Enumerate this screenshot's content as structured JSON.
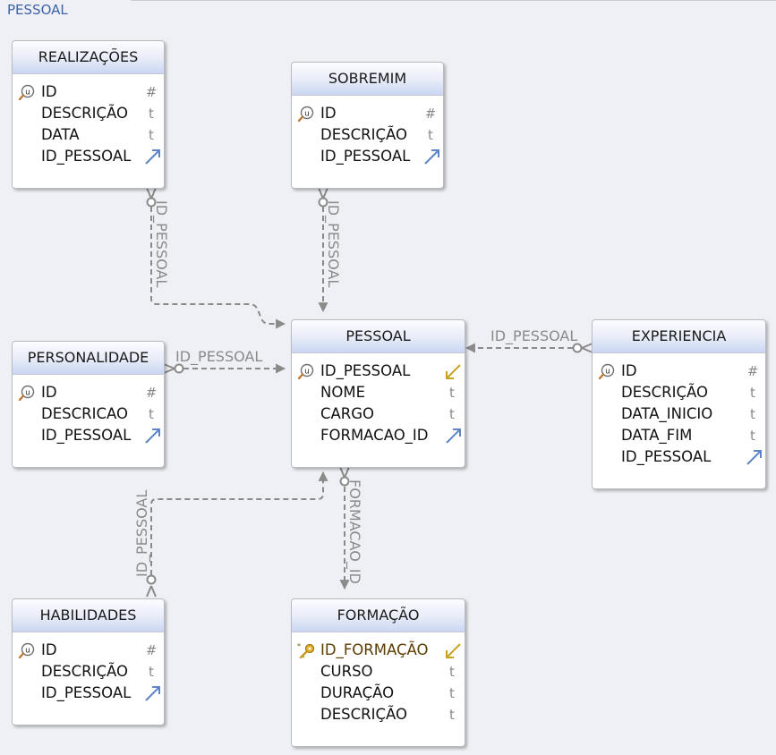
{
  "diagram": {
    "title": "PESSOAL"
  },
  "entities": [
    {
      "name": "REALIZAÇÕES",
      "attributes": [
        {
          "name": "ID",
          "kind": "unique",
          "type": "#"
        },
        {
          "name": "DESCRIÇÃO",
          "kind": "plain",
          "type": "t"
        },
        {
          "name": "DATA",
          "kind": "plain",
          "type": "t"
        },
        {
          "name": "ID_PESSOAL",
          "kind": "plain",
          "type": "fk-out"
        }
      ]
    },
    {
      "name": "SOBREMIM",
      "attributes": [
        {
          "name": "ID",
          "kind": "unique",
          "type": "#"
        },
        {
          "name": "DESCRIÇÃO",
          "kind": "plain",
          "type": "t"
        },
        {
          "name": "ID_PESSOAL",
          "kind": "plain",
          "type": "fk-out"
        }
      ]
    },
    {
      "name": "PERSONALIDADE",
      "attributes": [
        {
          "name": "ID",
          "kind": "unique",
          "type": "#"
        },
        {
          "name": "DESCRICAO",
          "kind": "plain",
          "type": "t"
        },
        {
          "name": "ID_PESSOAL",
          "kind": "plain",
          "type": "fk-out"
        }
      ]
    },
    {
      "name": "PESSOAL",
      "attributes": [
        {
          "name": "ID_PESSOAL",
          "kind": "unique",
          "type": "fk-in"
        },
        {
          "name": "NOME",
          "kind": "plain",
          "type": "t"
        },
        {
          "name": "CARGO",
          "kind": "plain",
          "type": "t"
        },
        {
          "name": "FORMACAO_ID",
          "kind": "plain",
          "type": "fk-out"
        }
      ]
    },
    {
      "name": "EXPERIENCIA",
      "attributes": [
        {
          "name": "ID",
          "kind": "unique",
          "type": "#"
        },
        {
          "name": "DESCRIÇÃO",
          "kind": "plain",
          "type": "t"
        },
        {
          "name": "DATA_INICIO",
          "kind": "plain",
          "type": "t"
        },
        {
          "name": "DATA_FIM",
          "kind": "plain",
          "type": "t"
        },
        {
          "name": "ID_PESSOAL",
          "kind": "plain",
          "type": "fk-out"
        }
      ]
    },
    {
      "name": "HABILIDADES",
      "attributes": [
        {
          "name": "ID",
          "kind": "unique",
          "type": "#"
        },
        {
          "name": "DESCRIÇÃO",
          "kind": "plain",
          "type": "t"
        },
        {
          "name": "ID_PESSOAL",
          "kind": "plain",
          "type": "fk-out"
        }
      ]
    },
    {
      "name": "FORMAÇÃO",
      "attributes": [
        {
          "name": "ID_FORMAÇÃO",
          "kind": "primary",
          "type": "fk-in"
        },
        {
          "name": "CURSO",
          "kind": "plain",
          "type": "t"
        },
        {
          "name": "DURAÇÃO",
          "kind": "plain",
          "type": "t"
        },
        {
          "name": "DESCRIÇÃO",
          "kind": "plain",
          "type": "t"
        }
      ]
    }
  ],
  "relationships": [
    {
      "from": "REALIZAÇÕES",
      "to": "PESSOAL",
      "label": "ID_PESSOAL"
    },
    {
      "from": "SOBREMIM",
      "to": "PESSOAL",
      "label": "ID_PESSOAL"
    },
    {
      "from": "PERSONALIDADE",
      "to": "PESSOAL",
      "label": "ID_PESSOAL"
    },
    {
      "from": "EXPERIENCIA",
      "to": "PESSOAL",
      "label": "ID_PESSOAL"
    },
    {
      "from": "HABILIDADES",
      "to": "PESSOAL",
      "label": "ID_PESSOAL"
    },
    {
      "from": "PESSOAL",
      "to": "FORMAÇÃO",
      "label": "FORMACAO_ID"
    }
  ],
  "colors": {
    "header_gradient_top": "#fdfdff",
    "header_gradient_bottom": "#cad6f2",
    "edge": "#8a8a8a",
    "title": "#3f63a5",
    "background": "#eef0f5"
  }
}
